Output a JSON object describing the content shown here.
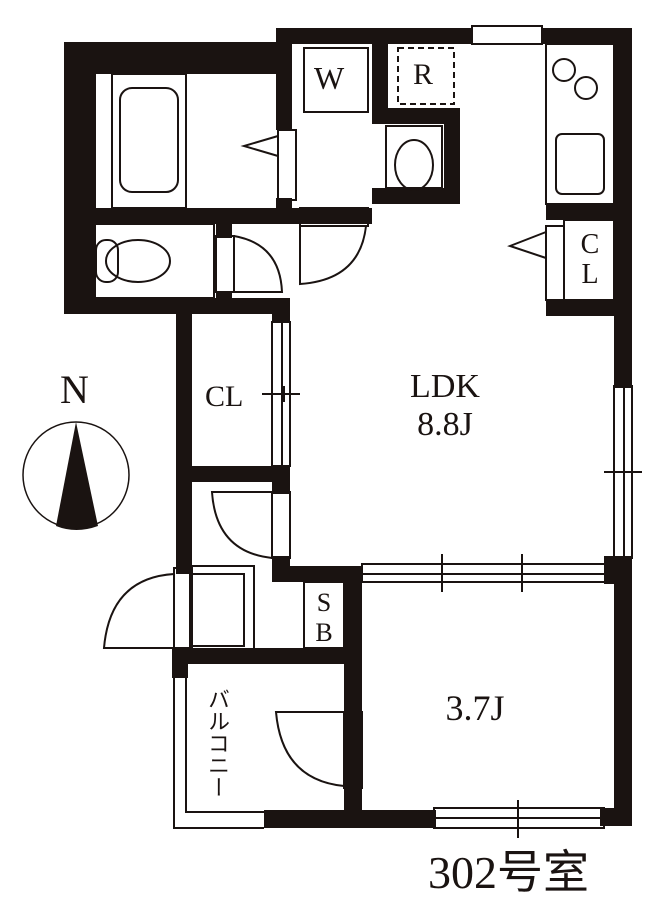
{
  "floorplan": {
    "unit_label": "302号室",
    "compass": {
      "label": "N",
      "icon": "north-arrow-icon"
    },
    "rooms": {
      "ldk": {
        "name": "LDK",
        "size": "8.8J"
      },
      "western_room": {
        "size": "3.7J"
      },
      "closet_main": {
        "label": "CL"
      },
      "closet_kitchen": {
        "label": "C L"
      },
      "shoe_box": {
        "label": "S B"
      },
      "washer": {
        "label": "W"
      },
      "refrigerator": {
        "label": "R"
      },
      "balcony": {
        "label": "バルコニー"
      }
    },
    "colors": {
      "wall": "#1a1311",
      "background": "#ffffff"
    }
  }
}
